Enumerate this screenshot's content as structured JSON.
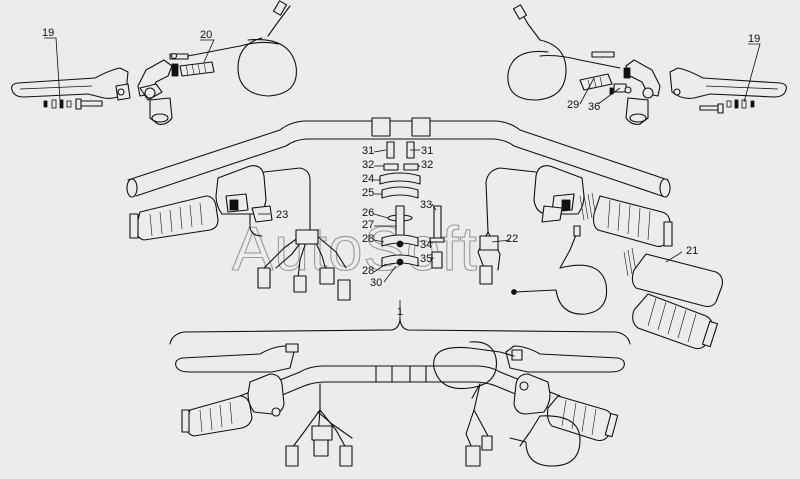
{
  "diagram": {
    "watermark": "AutoSoft",
    "callouts": [
      {
        "id": "c19l",
        "text": "19"
      },
      {
        "id": "c20",
        "text": "20"
      },
      {
        "id": "c19r",
        "text": "19"
      },
      {
        "id": "c29",
        "text": "29"
      },
      {
        "id": "c36",
        "text": "36"
      },
      {
        "id": "c31l",
        "text": "31"
      },
      {
        "id": "c31r",
        "text": "31"
      },
      {
        "id": "c32l",
        "text": "32"
      },
      {
        "id": "c32r",
        "text": "32"
      },
      {
        "id": "c24",
        "text": "24"
      },
      {
        "id": "c25",
        "text": "25"
      },
      {
        "id": "c26",
        "text": "26"
      },
      {
        "id": "c27",
        "text": "27"
      },
      {
        "id": "c28a",
        "text": "28"
      },
      {
        "id": "c28b",
        "text": "28"
      },
      {
        "id": "c30",
        "text": "30"
      },
      {
        "id": "c33",
        "text": "33"
      },
      {
        "id": "c34",
        "text": "34"
      },
      {
        "id": "c35",
        "text": "35"
      },
      {
        "id": "c23",
        "text": "23"
      },
      {
        "id": "c22",
        "text": "22"
      },
      {
        "id": "c21",
        "text": "21"
      },
      {
        "id": "c1",
        "text": "1"
      }
    ]
  }
}
